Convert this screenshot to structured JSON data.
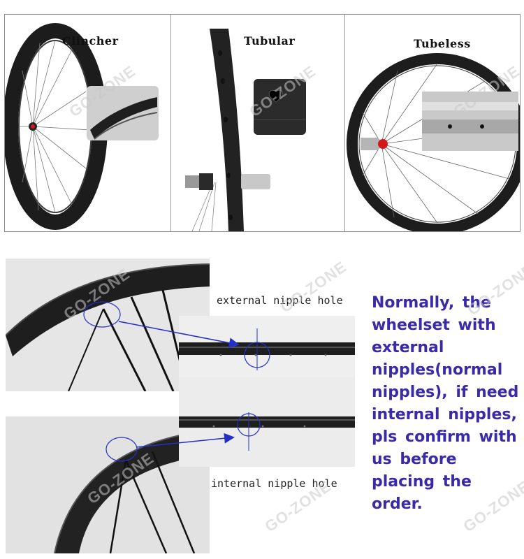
{
  "top_panels": {
    "clincher_title": "Clincher",
    "tubular_title": "Tubular",
    "tubeless_title": "Tubeless"
  },
  "watermark_text": "GO-ZONE",
  "captions": {
    "external": "external nipple hole",
    "internal": "internal nipple hole"
  },
  "note": {
    "text": "Normally, the wheelset with external nipples(normal nipples), if need internal nipples, pls confirm with us before placing the order.",
    "color": "#3a2aa8"
  },
  "colors": {
    "annotation_blue": "#2230c8",
    "rim_dark": "#1e1e1e",
    "hub_red": "#d31a1a"
  }
}
